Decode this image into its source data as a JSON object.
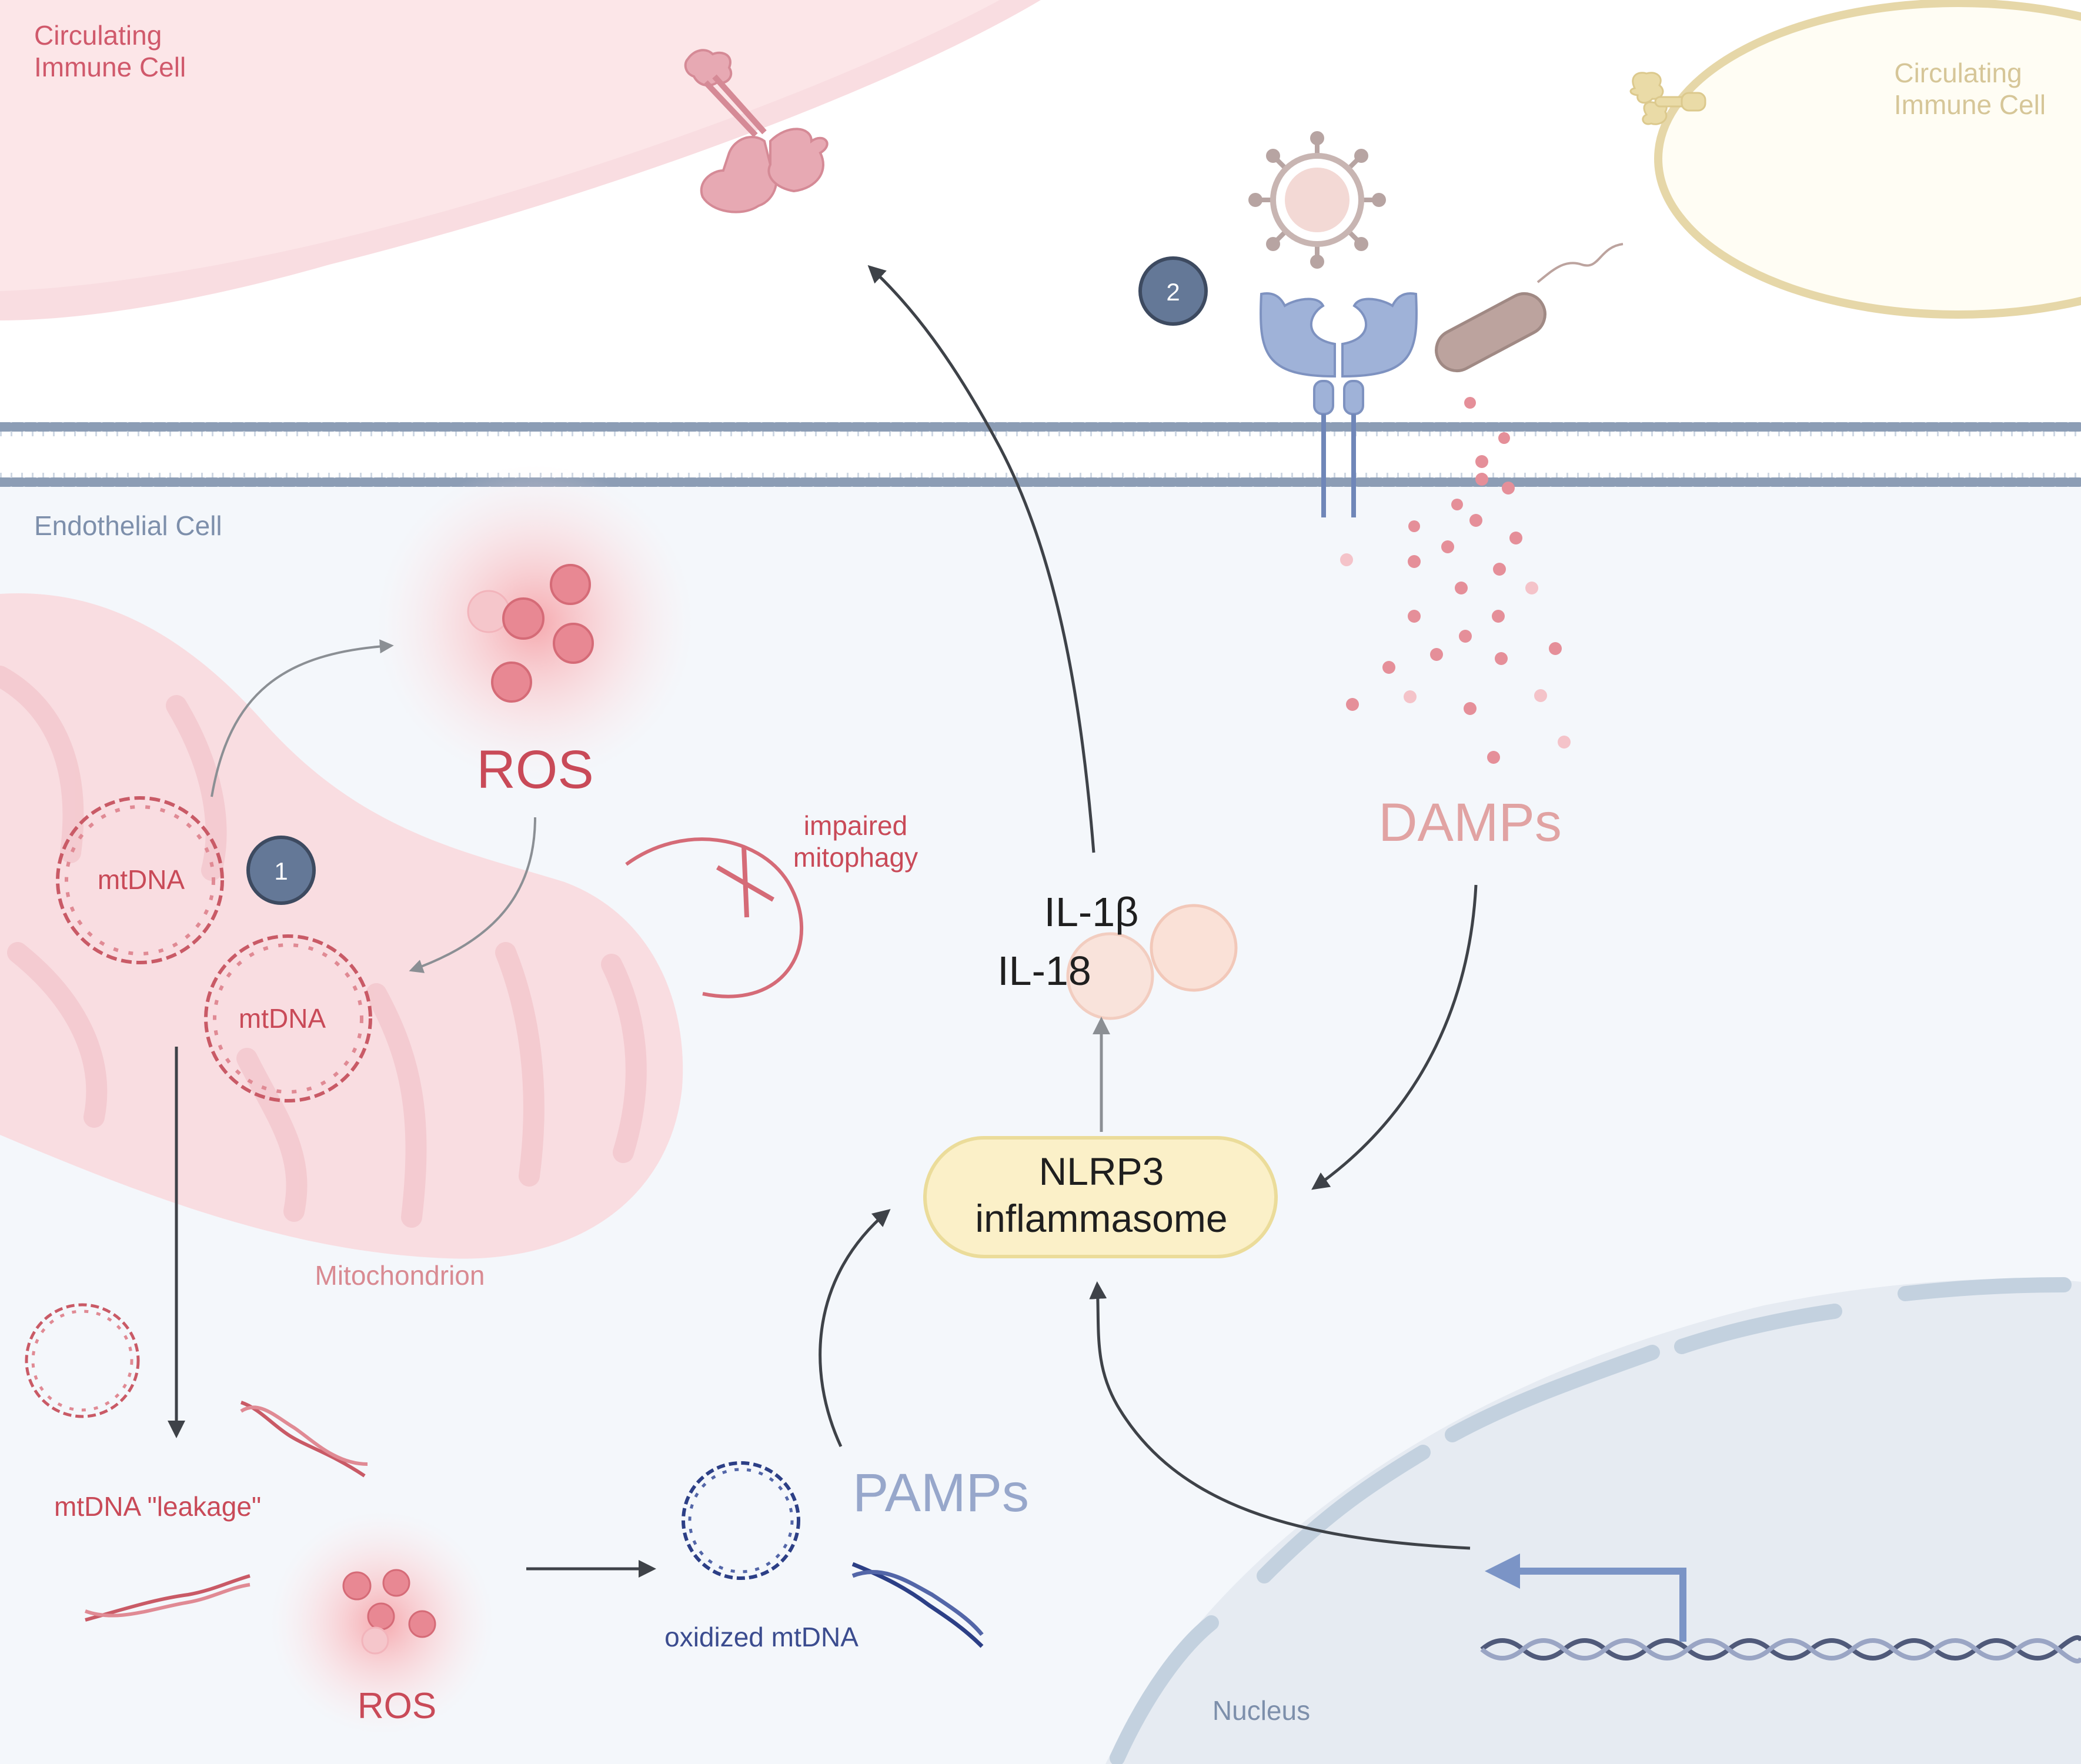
{
  "labels": {
    "immune_cell_left": [
      "Circulating",
      "Immune Cell"
    ],
    "immune_cell_right": [
      "Circulating",
      "Immune Cell"
    ],
    "endothelial_cell": "Endothelial Cell",
    "mitochondrion": "Mitochondrion",
    "nucleus": "Nucleus",
    "ros_top": "ROS",
    "ros_bottom": "ROS",
    "mtdna_1": "mtDNA",
    "mtdna_2": "mtDNA",
    "mtdna_leakage": "mtDNA \"leakage\"",
    "impaired_mitophagy": [
      "impaired",
      "mitophagy"
    ],
    "oxidized_mtdna": "oxidized mtDNA",
    "pamps": "PAMPs",
    "damps": "DAMPs",
    "il1b": "IL-1β",
    "il18": "IL-18",
    "nlrp3": [
      "NLRP3",
      "inflammasome"
    ],
    "badge_1": "1",
    "badge_2": "2"
  },
  "colors": {
    "mito_fill": "#f9dde1",
    "mito_text": "#c95a66",
    "ros_text": "#c94a58",
    "endothelial_text": "#7d8fab",
    "cytoplasm": "#f4f7fb",
    "membrane": "#8c9db5",
    "nucleus_fill": "#e6ebf2",
    "nucleus_border": "#c3d1df",
    "pamps_text": "#97a7cb",
    "damps_text": "#e1a3a3",
    "dna_blue": "#2c3f86",
    "nlrp3_fill": "#fbf0c8",
    "nlrp3_border": "#ebdc9a",
    "badge_fill": "#647897",
    "receptor": "#9fb2d8",
    "immune_right": "#e6d7a8",
    "immune_right_text": "#d6c698"
  }
}
